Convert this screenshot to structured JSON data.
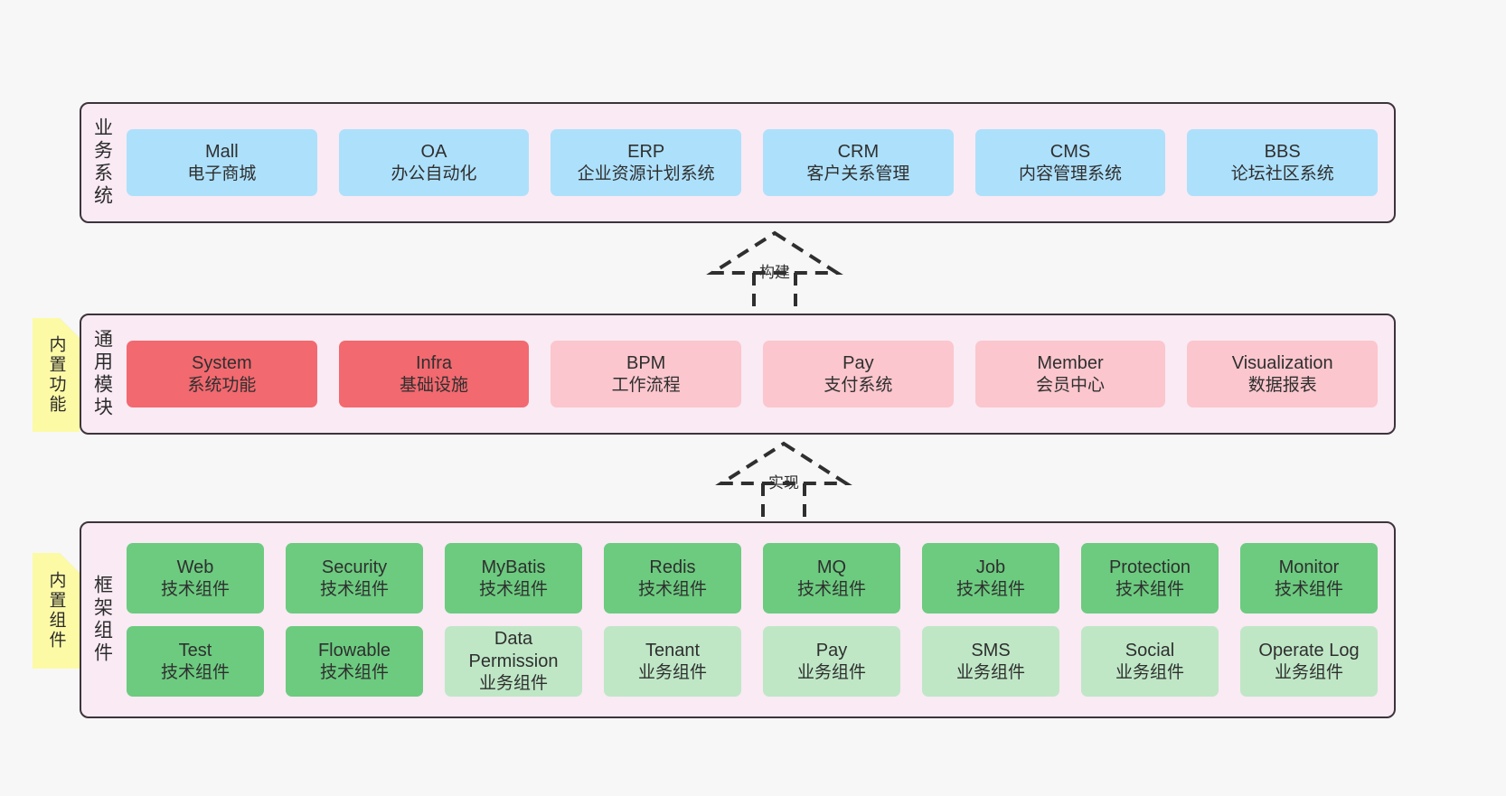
{
  "colors": {
    "page_background": "#f7f7f7",
    "layer_fill": "#f9eaf4",
    "layer_border": "#3d343b",
    "blue": "#ade0fb",
    "red": "#f2696f",
    "pink": "#fbc6cd",
    "green": "#6ccb7f",
    "light_green": "#bfe7c6",
    "sticky_yellow": "#fdfaa6",
    "sticky_fold": "#cfcfcf"
  },
  "layers": {
    "business": {
      "title": "业务系统",
      "rows": [
        [
          {
            "en": "Mall",
            "cn": "电子商城",
            "style": "c-blue"
          },
          {
            "en": "OA",
            "cn": "办公自动化",
            "style": "c-blue"
          },
          {
            "en": "ERP",
            "cn": "企业资源计划系统",
            "style": "c-blue"
          },
          {
            "en": "CRM",
            "cn": "客户关系管理",
            "style": "c-blue"
          },
          {
            "en": "CMS",
            "cn": "内容管理系统",
            "style": "c-blue"
          },
          {
            "en": "BBS",
            "cn": "论坛社区系统",
            "style": "c-blue"
          }
        ]
      ]
    },
    "common": {
      "title": "通用模块",
      "sticky": "内置功能",
      "rows": [
        [
          {
            "en": "System",
            "cn": "系统功能",
            "style": "c-red"
          },
          {
            "en": "Infra",
            "cn": "基础设施",
            "style": "c-red"
          },
          {
            "en": "BPM",
            "cn": "工作流程",
            "style": "c-pink"
          },
          {
            "en": "Pay",
            "cn": "支付系统",
            "style": "c-pink"
          },
          {
            "en": "Member",
            "cn": "会员中心",
            "style": "c-pink"
          },
          {
            "en": "Visualization",
            "cn": "数据报表",
            "style": "c-pink"
          }
        ]
      ]
    },
    "framework": {
      "title": "框架组件",
      "sticky": "内置组件",
      "rows": [
        [
          {
            "en": "Web",
            "cn": "技术组件",
            "style": "c-green"
          },
          {
            "en": "Security",
            "cn": "技术组件",
            "style": "c-green"
          },
          {
            "en": "MyBatis",
            "cn": "技术组件",
            "style": "c-green"
          },
          {
            "en": "Redis",
            "cn": "技术组件",
            "style": "c-green"
          },
          {
            "en": "MQ",
            "cn": "技术组件",
            "style": "c-green"
          },
          {
            "en": "Job",
            "cn": "技术组件",
            "style": "c-green"
          },
          {
            "en": "Protection",
            "cn": "技术组件",
            "style": "c-green"
          },
          {
            "en": "Monitor",
            "cn": "技术组件",
            "style": "c-green"
          }
        ],
        [
          {
            "en": "Test",
            "cn": "技术组件",
            "style": "c-green"
          },
          {
            "en": "Flowable",
            "cn": "技术组件",
            "style": "c-green"
          },
          {
            "en": "Data Permission",
            "cn": "业务组件",
            "style": "c-lightgreen"
          },
          {
            "en": "Tenant",
            "cn": "业务组件",
            "style": "c-lightgreen"
          },
          {
            "en": "Pay",
            "cn": "业务组件",
            "style": "c-lightgreen"
          },
          {
            "en": "SMS",
            "cn": "业务组件",
            "style": "c-lightgreen"
          },
          {
            "en": "Social",
            "cn": "业务组件",
            "style": "c-lightgreen"
          },
          {
            "en": "Operate Log",
            "cn": "业务组件",
            "style": "c-lightgreen"
          }
        ]
      ]
    }
  },
  "connectors": [
    {
      "id": "build",
      "label": "构建"
    },
    {
      "id": "implement",
      "label": "实现"
    }
  ]
}
